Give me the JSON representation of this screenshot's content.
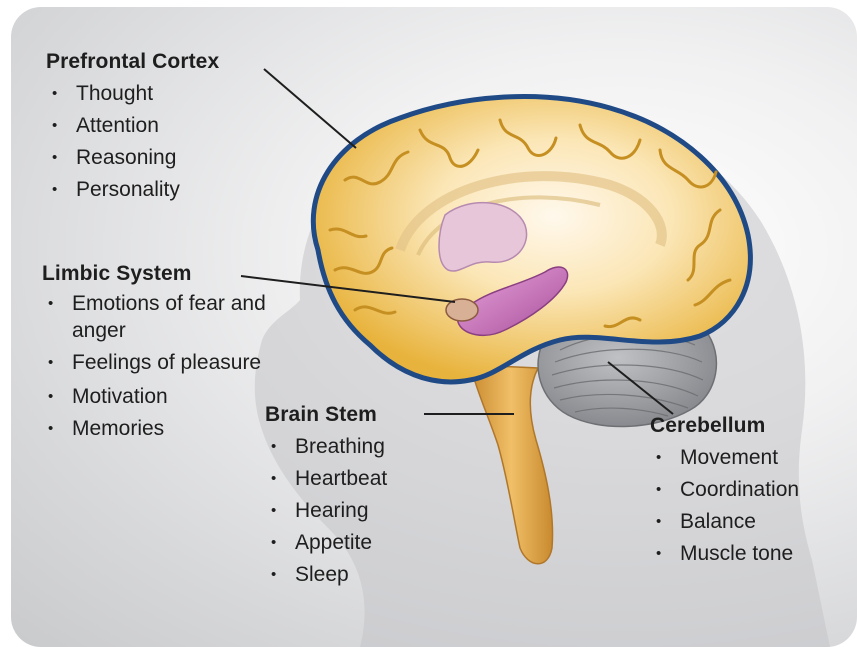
{
  "groups": {
    "prefrontal": {
      "title": "Prefrontal Cortex",
      "items": [
        "Thought",
        "Attention",
        "Reasoning",
        "Personality"
      ]
    },
    "limbic": {
      "title": "Limbic System",
      "items": [
        "Emotions of fear and anger",
        "Feelings of pleasure",
        "Motivation",
        "Memories"
      ]
    },
    "brainstem": {
      "title": "Brain Stem",
      "items": [
        "Breathing",
        "Heartbeat",
        "Hearing",
        "Appetite",
        "Sleep"
      ]
    },
    "cerebellum": {
      "title": "Cerebellum",
      "items": [
        "Movement",
        "Coordination",
        "Balance",
        "Muscle tone"
      ]
    }
  },
  "colors": {
    "cortex": "#e8b33c",
    "cortex_outline": "#1f4a86",
    "limbic": "#c670b8",
    "brainstem": "#e2a247",
    "cerebellum": "#9a9ca0",
    "head_silhouette": "#c4c5c8"
  }
}
